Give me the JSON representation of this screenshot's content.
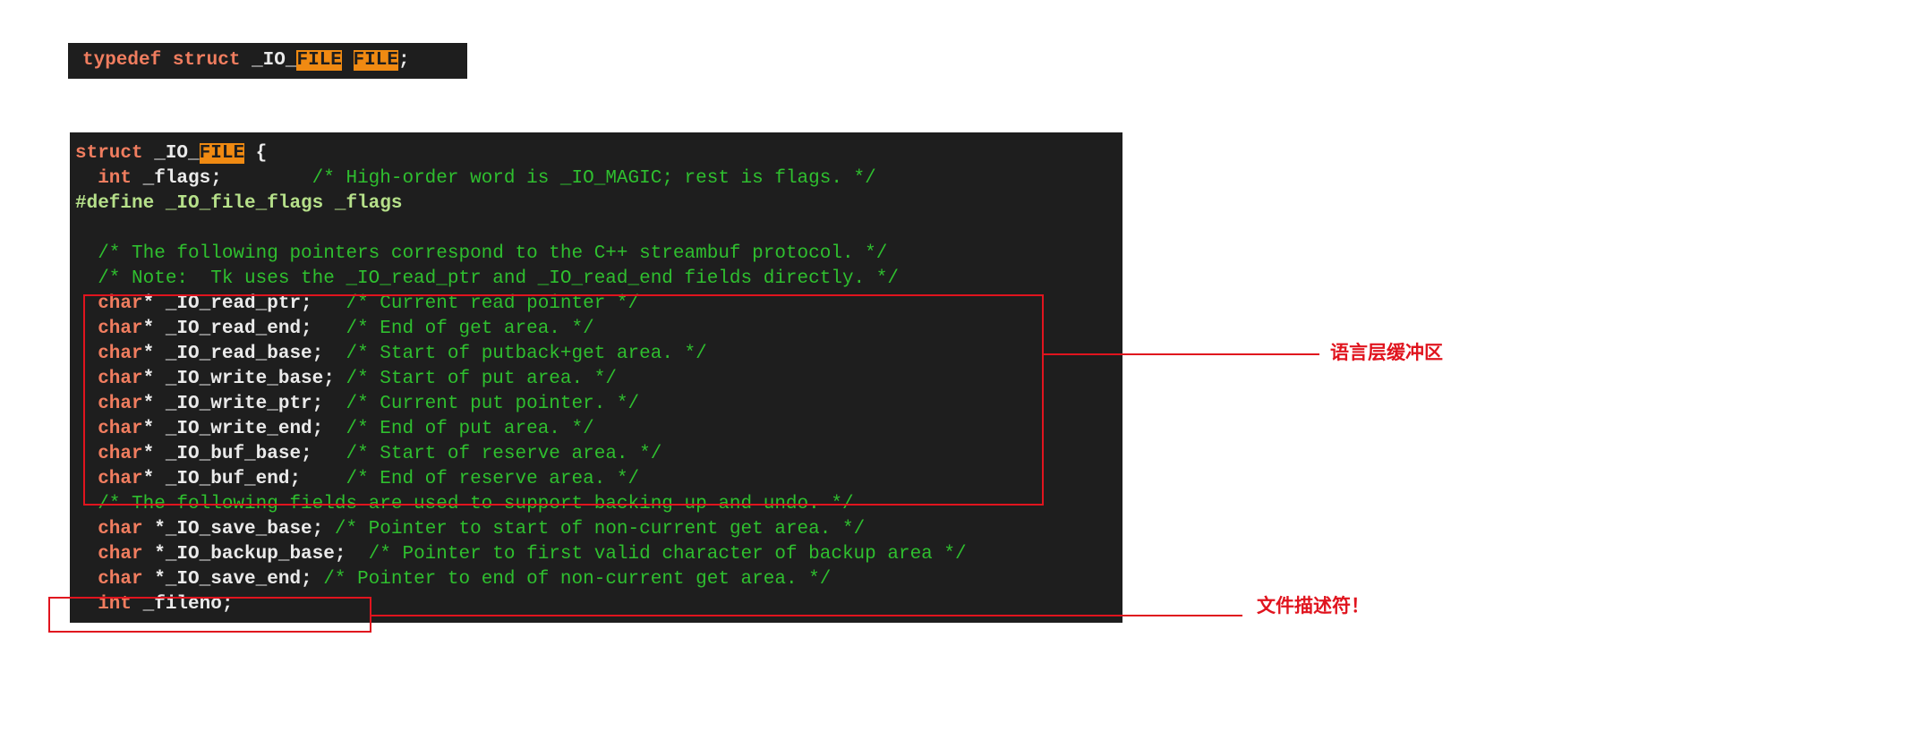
{
  "typedef_snippet": {
    "kw1": "typedef",
    "kw2": "struct",
    "id_prefix": "_IO_",
    "hl1": "FILE",
    "hl2": "FILE",
    "tail": ";"
  },
  "code": {
    "struct_line": {
      "kw": "struct",
      "prefix": " _IO_",
      "hl": "FILE",
      "tail": " {"
    },
    "flags_line": {
      "kw": "  int",
      "ident": " _flags;",
      "comment": "        /* High-order word is _IO_MAGIC; rest is flags. */"
    },
    "define_line": "#define _IO_file_flags _flags",
    "comment1": "  /* The following pointers correspond to the C++ streambuf protocol. */",
    "comment2": "  /* Note:  Tk uses the _IO_read_ptr and _IO_read_end fields directly. */",
    "buffer_lines": [
      {
        "kw": "  char",
        "ident": "* _IO_read_ptr;   ",
        "comment": "/* Current read pointer */"
      },
      {
        "kw": "  char",
        "ident": "* _IO_read_end;   ",
        "comment": "/* End of get area. */"
      },
      {
        "kw": "  char",
        "ident": "* _IO_read_base;  ",
        "comment": "/* Start of putback+get area. */"
      },
      {
        "kw": "  char",
        "ident": "* _IO_write_base; ",
        "comment": "/* Start of put area. */"
      },
      {
        "kw": "  char",
        "ident": "* _IO_write_ptr;  ",
        "comment": "/* Current put pointer. */"
      },
      {
        "kw": "  char",
        "ident": "* _IO_write_end;  ",
        "comment": "/* End of put area. */"
      },
      {
        "kw": "  char",
        "ident": "* _IO_buf_base;   ",
        "comment": "/* Start of reserve area. */"
      },
      {
        "kw": "  char",
        "ident": "* _IO_buf_end;    ",
        "comment": "/* End of reserve area. */"
      }
    ],
    "comment3": "  /* The following fields are used to support backing up and undo. */",
    "backup_lines": [
      {
        "kw": "  char",
        "ident": " *_IO_save_base; ",
        "comment": "/* Pointer to start of non-current get area. */"
      },
      {
        "kw": "  char",
        "ident": " *_IO_backup_base;  ",
        "comment": "/* Pointer to first valid character of backup area */"
      },
      {
        "kw": "  char",
        "ident": " *_IO_save_end; ",
        "comment": "/* Pointer to end of non-current get area. */"
      }
    ],
    "fileno_line": {
      "kw": "  int",
      "ident": " _fileno;"
    }
  },
  "annotations": {
    "buffer_label": "语言层缓冲区",
    "fileno_label": "文件描述符！",
    "color": "#e0141e"
  },
  "colors": {
    "code_background": "#1e1e1e",
    "keyword": "#f07d5f",
    "comment": "#2fbf2f",
    "highlight": "#f08a12"
  }
}
